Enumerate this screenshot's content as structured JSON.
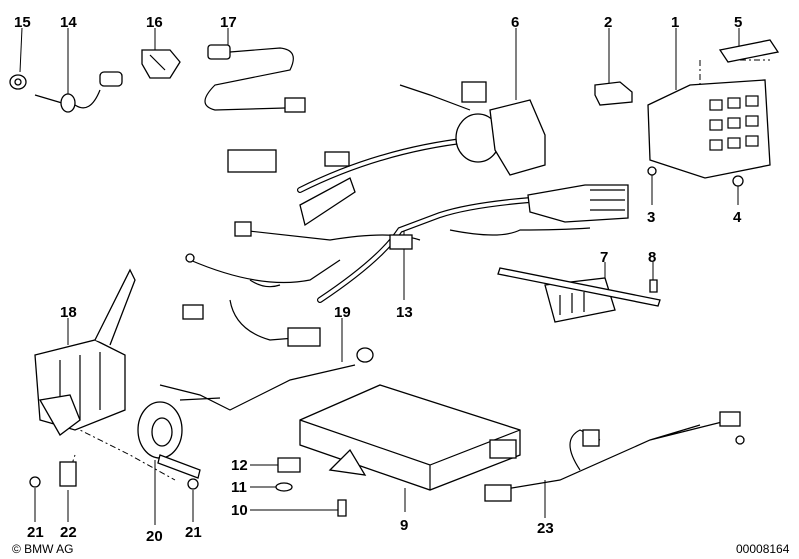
{
  "diagram": {
    "callouts": [
      "1",
      "2",
      "3",
      "4",
      "5",
      "6",
      "7",
      "8",
      "9",
      "10",
      "11",
      "12",
      "13",
      "14",
      "15",
      "16",
      "17",
      "18",
      "19",
      "20",
      "21",
      "21",
      "22",
      "23"
    ],
    "copyright": "© BMW AG",
    "image_number": "00008164"
  }
}
